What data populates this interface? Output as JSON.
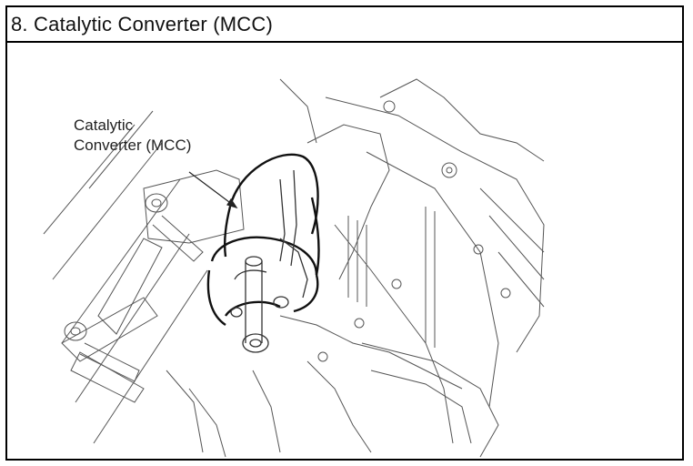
{
  "section": {
    "title": "8. Catalytic Converter (MCC)"
  },
  "illustration": {
    "callout_line1": "Catalytic",
    "callout_line2": "Converter (MCC)"
  }
}
